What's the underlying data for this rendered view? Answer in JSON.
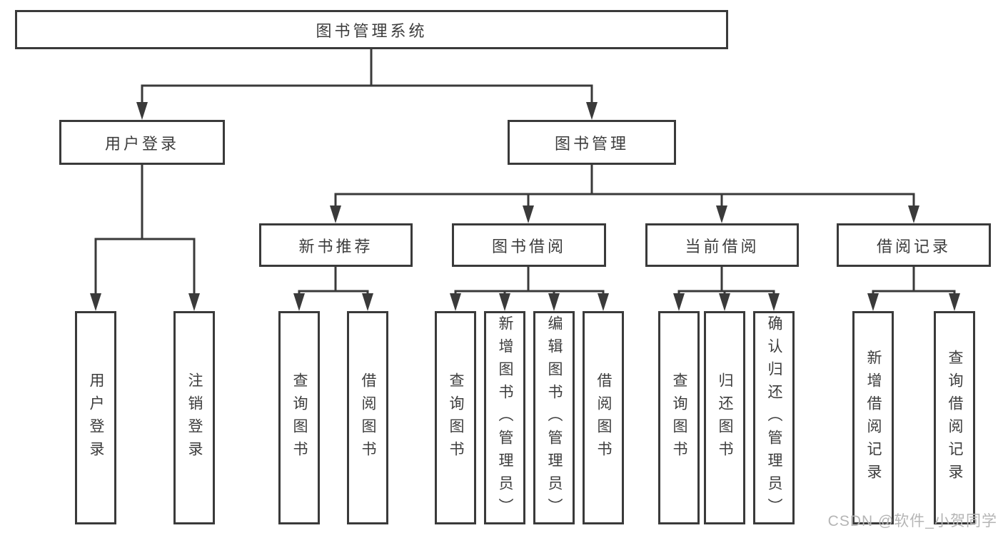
{
  "colors": {
    "background": "#ffffff",
    "line": "#3a3a3a",
    "text": "#3d3d3d",
    "watermark": "#b5b5b5"
  },
  "tree": {
    "root": {
      "label": "图书管理系统",
      "children": [
        {
          "label": "用户登录",
          "children": [
            {
              "label": "用户登录"
            },
            {
              "label": "注销登录"
            }
          ]
        },
        {
          "label": "图书管理",
          "children": [
            {
              "label": "新书推荐",
              "children": [
                {
                  "label": "查询图书"
                },
                {
                  "label": "借阅图书"
                }
              ]
            },
            {
              "label": "图书借阅",
              "children": [
                {
                  "label": "查询图书"
                },
                {
                  "label": "新增图书（管理员）"
                },
                {
                  "label": "编辑图书（管理员）"
                },
                {
                  "label": "借阅图书"
                }
              ]
            },
            {
              "label": "当前借阅",
              "children": [
                {
                  "label": "查询图书"
                },
                {
                  "label": "归还图书"
                },
                {
                  "label": "确认归还（管理员）"
                }
              ]
            },
            {
              "label": "借阅记录",
              "children": [
                {
                  "label": "新增借阅记录"
                },
                {
                  "label": "查询借阅记录"
                }
              ]
            }
          ]
        }
      ]
    }
  },
  "watermark": {
    "text": "CSDN @软件_小贺同学"
  }
}
